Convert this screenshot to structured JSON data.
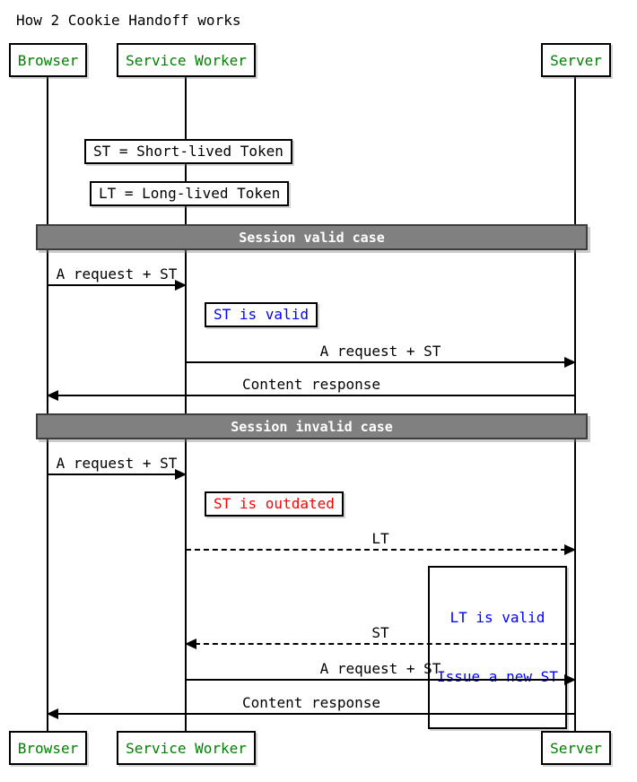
{
  "title": "How 2 Cookie Handoff works",
  "participants": {
    "browser": "Browser",
    "service_worker": "Service Worker",
    "server": "Server"
  },
  "legend_notes": [
    {
      "text": "ST = Short-lived Token"
    },
    {
      "text": "LT = Long-lived Token"
    }
  ],
  "dividers": [
    {
      "label": "Session valid case"
    },
    {
      "label": "Session invalid case"
    }
  ],
  "messages": [
    {
      "label": "A request + ST",
      "from": "Browser",
      "to": "Service Worker",
      "line": "solid"
    },
    {
      "label": "A request + ST",
      "from": "Service Worker",
      "to": "Server",
      "line": "solid"
    },
    {
      "label": "Content response",
      "from": "Server",
      "to": "Browser",
      "line": "solid"
    },
    {
      "label": "A request + ST",
      "from": "Browser",
      "to": "Service Worker",
      "line": "solid"
    },
    {
      "label": "LT",
      "from": "Service Worker",
      "to": "Server",
      "line": "dashed"
    },
    {
      "label": "ST",
      "from": "Server",
      "to": "Service Worker",
      "line": "dashed"
    },
    {
      "label": "A request + ST",
      "from": "Service Worker",
      "to": "Server",
      "line": "solid"
    },
    {
      "label": "Content response",
      "from": "Server",
      "to": "Browser",
      "line": "solid"
    }
  ],
  "status_notes": [
    {
      "text": "ST is valid",
      "color": "#0000ff"
    },
    {
      "text": "ST is outdated",
      "color": "#ff0000"
    },
    {
      "line1": "LT is valid",
      "line2": "Issue a new ST",
      "color": "#0000ff"
    }
  ],
  "colors": {
    "background": "#ffffff",
    "participant_text": "#008000",
    "divider_bg": "#808080",
    "divider_border": "#3d3d3d",
    "divider_text": "#ffffff",
    "note_info_text": "#0000ff",
    "note_error_text": "#ff0000",
    "line": "#000000"
  }
}
